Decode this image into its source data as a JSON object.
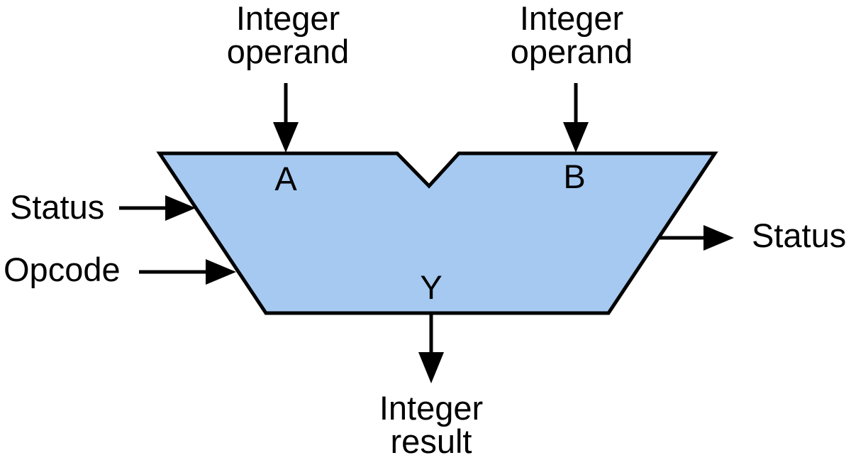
{
  "alu": {
    "fill_color": "#a5c9f1",
    "outline_color": "#000000",
    "port_a_label": "A",
    "port_b_label": "B",
    "port_y_label": "Y"
  },
  "labels": {
    "operand_a": "Integer\noperand",
    "operand_b": "Integer\noperand",
    "status_in": "Status",
    "opcode_in": "Opcode",
    "status_out": "Status",
    "result": "Integer\nresult"
  }
}
